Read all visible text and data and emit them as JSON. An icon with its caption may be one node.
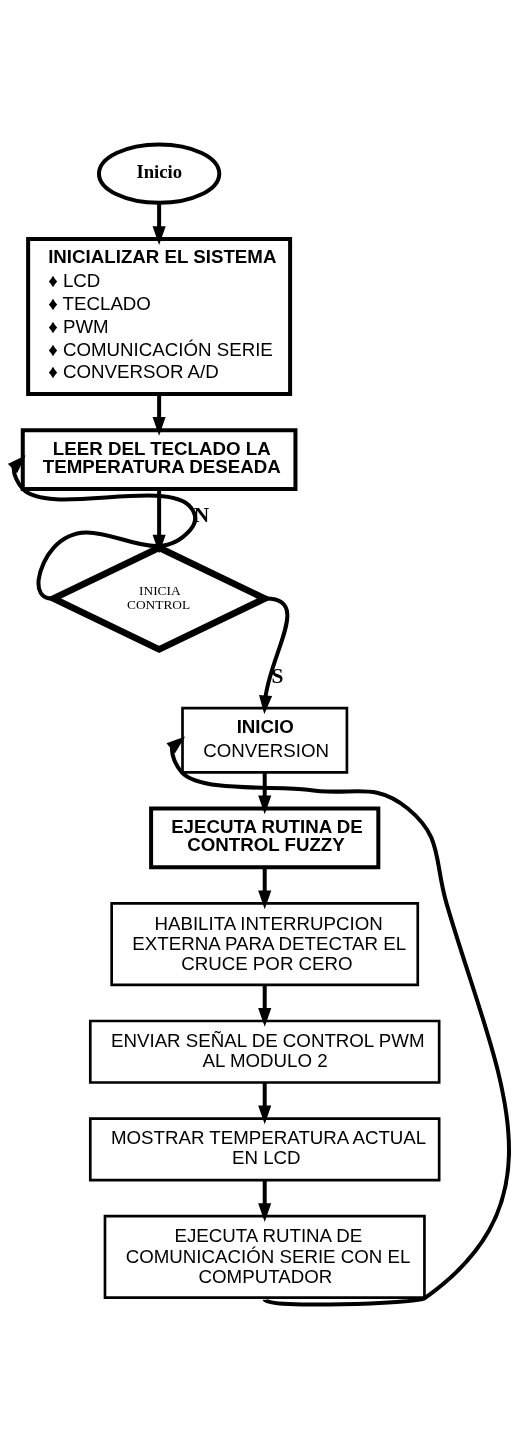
{
  "diagram": {
    "nodes": [
      {
        "text": [
          "Inicio"
        ]
      },
      {
        "text": [
          "INICIALIZAR EL SISTEMA",
          "♦ LCD",
          "♦ TECLADO",
          "♦ PWM",
          "♦ COMUNICACIÓN SERIE",
          "♦ CONVERSOR A/D"
        ]
      },
      {
        "text": [
          "LEER DEL TECLADO LA TEMPERATURA DESEADA"
        ]
      },
      {
        "text": [
          "INICIA CONTROL"
        ]
      },
      {
        "text": [
          "INICIO",
          "CONVERSION"
        ]
      },
      {
        "text": [
          "EJECUTA RUTINA DE CONTROL FUZZY"
        ]
      },
      {
        "text": [
          "HABILITA INTERRUPCION EXTERNA PARA DETECTAR EL CRUCE POR CERO"
        ]
      },
      {
        "text": [
          "ENVIAR SEÑAL DE CONTROL PWM AL MODULO 2"
        ]
      },
      {
        "text": [
          "MOSTRAR TEMPERATURA ACTUAL EN LCD"
        ]
      },
      {
        "text": [
          "EJECUTA RUTINA DE COMUNICACIÓN SERIE CON EL COMPUTADOR"
        ]
      }
    ],
    "edges": [
      {
        "from": 0,
        "to": 1,
        "arrow": "to"
      },
      {
        "from": 1,
        "to": 2,
        "arrow": "to"
      },
      {
        "from": 2,
        "to": 3,
        "arrow": "to"
      },
      {
        "from": 3,
        "to": 2,
        "label": "N",
        "arrow": "to"
      },
      {
        "from": 3,
        "to": 4,
        "label": "S",
        "arrow": "to"
      },
      {
        "from": 4,
        "to": 5,
        "arrow": "to"
      },
      {
        "from": 5,
        "to": 6,
        "arrow": "to"
      },
      {
        "from": 6,
        "to": 7,
        "arrow": "to"
      },
      {
        "from": 7,
        "to": 8,
        "arrow": "to"
      },
      {
        "from": 8,
        "to": 9,
        "arrow": "to"
      },
      {
        "from": 9,
        "to": 4,
        "arrow": "to"
      }
    ]
  }
}
